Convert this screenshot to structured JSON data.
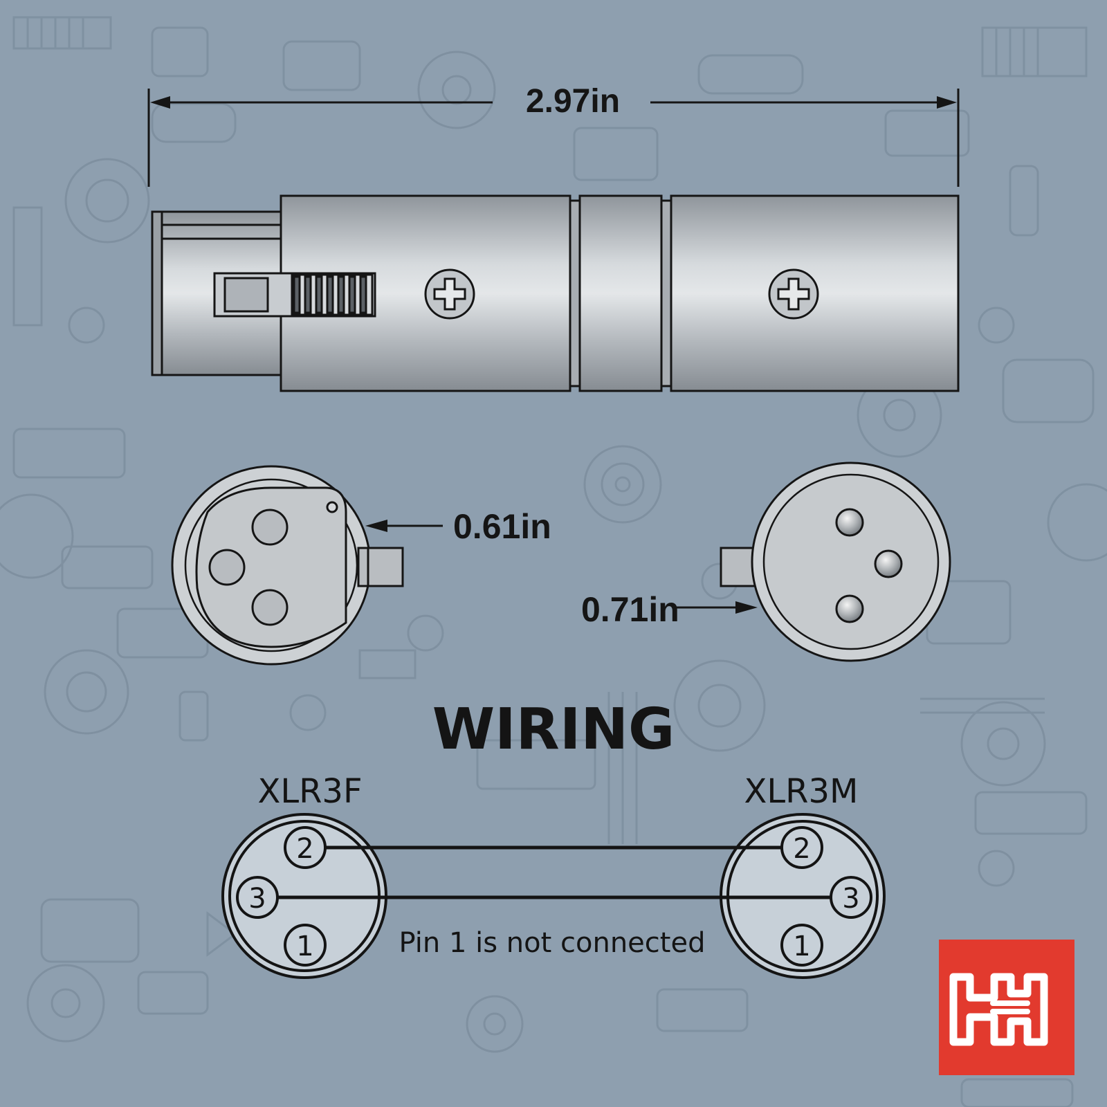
{
  "colors": {
    "background": "#8e9faf",
    "pattern_stroke": "#7a8b9b",
    "body_metal": "#b9bdc1",
    "ink": "#151515",
    "brand_red": "#e23a2e"
  },
  "dimensions": {
    "length": "2.97in",
    "female_end": "0.61in",
    "male_end": "0.71in"
  },
  "wiring": {
    "title": "WIRING",
    "left_label": "XLR3F",
    "right_label": "XLR3M",
    "pins_left": [
      "2",
      "3",
      "1"
    ],
    "pins_right": [
      "2",
      "3",
      "1"
    ],
    "note": "Pin 1 is not connected"
  },
  "icons": {
    "screw": "phillips-screw-icon",
    "logo": "hosa-h-logo"
  }
}
